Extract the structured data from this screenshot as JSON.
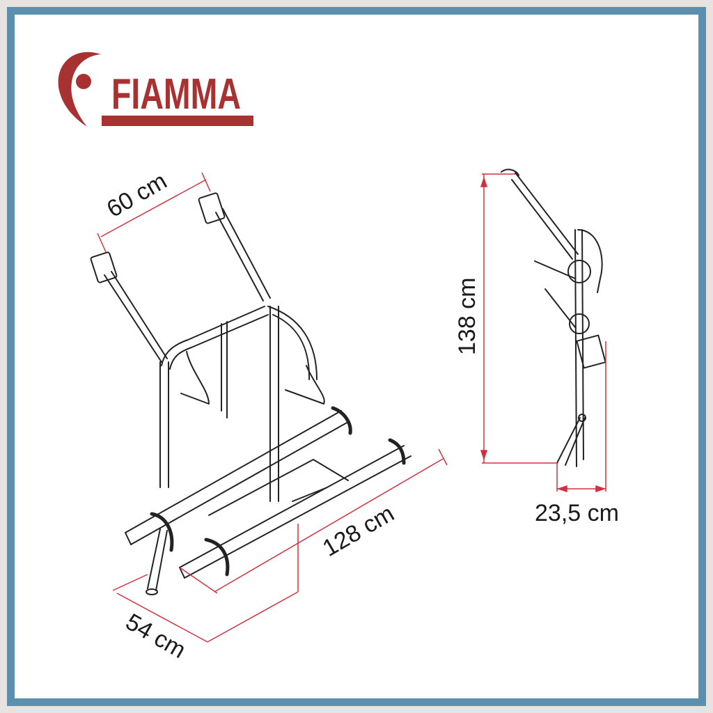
{
  "brand": {
    "name": "FIAMMA",
    "color": "#a83232"
  },
  "frame": {
    "outer_color": "#e6e3e0",
    "border_color": "#5a8fae",
    "inner_color": "#ffffff"
  },
  "dimension_color": "#d03040",
  "dimensions": {
    "top_width": "60 cm",
    "length": "128 cm",
    "depth": "54 cm",
    "height": "138 cm",
    "side_depth": "23,5 cm"
  },
  "views": [
    {
      "name": "perspective-view",
      "labels": [
        "60 cm",
        "128 cm",
        "54 cm"
      ]
    },
    {
      "name": "side-view",
      "labels": [
        "138 cm",
        "23,5 cm"
      ]
    }
  ]
}
